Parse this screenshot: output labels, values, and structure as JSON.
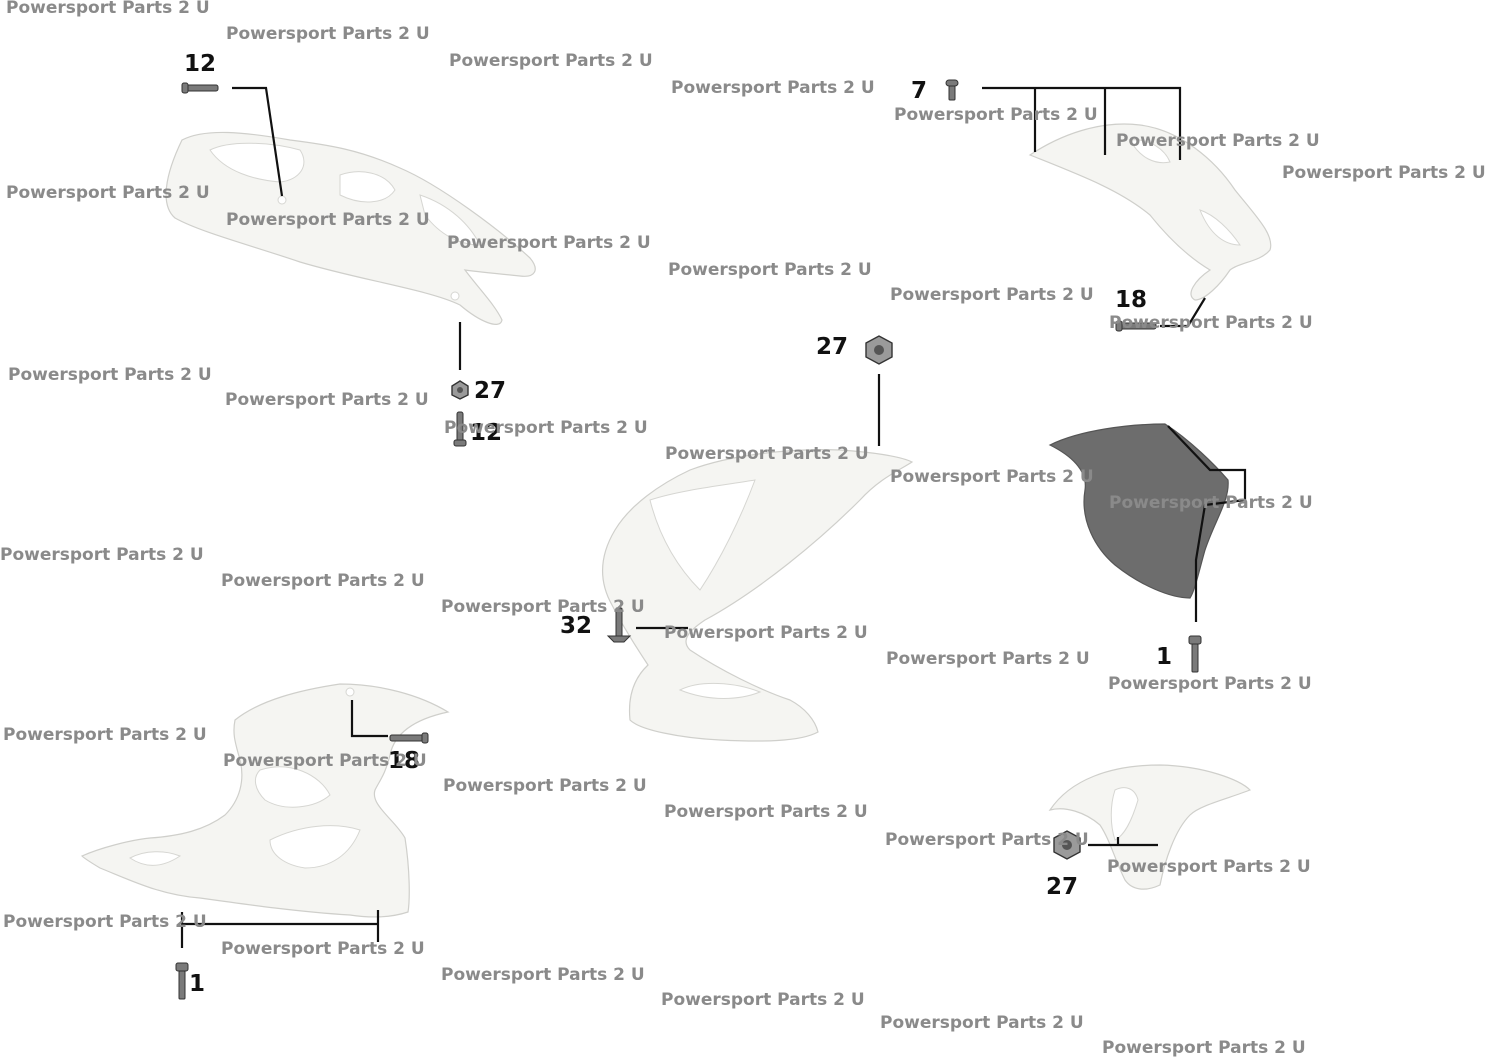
{
  "watermark": "Powersport Parts 2 U",
  "callouts": {
    "top_left_bolt": "12",
    "top_left_nut": "27",
    "top_left_bolt_lower": "12",
    "top_right_screw": "7",
    "top_right_bolt": "18",
    "center_nut": "27",
    "center_rivet": "32",
    "right_bolt": "1",
    "lower_left_bolt_upper": "18",
    "lower_left_bolt": "1",
    "fender_nut": "27"
  }
}
